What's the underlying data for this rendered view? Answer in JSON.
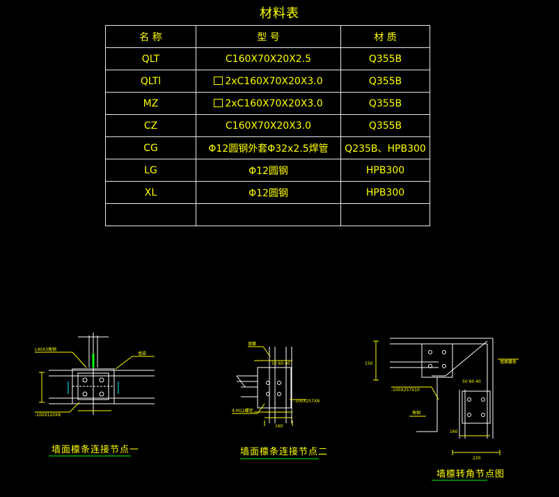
{
  "table": {
    "title": "材料表",
    "headers": [
      "名 称",
      "型     号",
      "材 质"
    ],
    "rows": [
      {
        "name": "QLT",
        "spec": "C160X70X20X2.5",
        "material": "Q355B",
        "box": false
      },
      {
        "name": "QLTl",
        "spec": "2xC160X70X20X3.0",
        "material": "Q355B",
        "box": true
      },
      {
        "name": "MZ",
        "spec": "2xC160X70X20X3.0",
        "material": "Q355B",
        "box": true
      },
      {
        "name": "CZ",
        "spec": "C160X70X20X3.0",
        "material": "Q355B",
        "box": false
      },
      {
        "name": "CG",
        "spec": "Φ12圆钢外套Φ32x2.5焊管",
        "material": "Q235B、HPB300",
        "box": false
      },
      {
        "name": "LG",
        "spec": "Φ12圆钢",
        "material": "HPB300",
        "box": false
      },
      {
        "name": "XL",
        "spec": "Φ12圆钢",
        "material": "HPB300",
        "box": false
      },
      {
        "name": "",
        "spec": "",
        "material": "",
        "box": false
      }
    ]
  },
  "drawings": {
    "detail1": {
      "caption": "墙面檩条连接节点一",
      "labels": [
        "L40X3角钢",
        "墙梁",
        "-100X120X8"
      ]
    },
    "detail2": {
      "caption": "墙面檩条连接节点二",
      "labels": [
        "墙檩",
        "-100X257X8",
        "4-M12螺栓",
        "160",
        "50 60 40"
      ]
    },
    "detail3": {
      "caption": "墙檩转角节点图",
      "labels": [
        "墙面檩条",
        "-100X257X10",
        "角钢",
        "50 60 40",
        "160",
        "220",
        "150"
      ]
    },
    "line_color": "#ffffff",
    "text_color": "#ffff00",
    "accent_green": "#00ff00",
    "accent_cyan": "#00ffff"
  }
}
